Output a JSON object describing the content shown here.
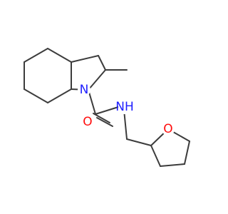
{
  "molecule": {
    "atoms": [
      {
        "id": "N1",
        "label": "N",
        "color": "#1f1fff"
      },
      {
        "id": "O_carbonyl",
        "label": "O",
        "color": "#ff0d0d"
      },
      {
        "id": "N_amide",
        "label": "N",
        "label_suffix": "H",
        "color": "#1f1fff"
      },
      {
        "id": "O_ring",
        "label": "O",
        "color": "#ff0d0d"
      }
    ],
    "bond_color": "#3c3c3c"
  }
}
